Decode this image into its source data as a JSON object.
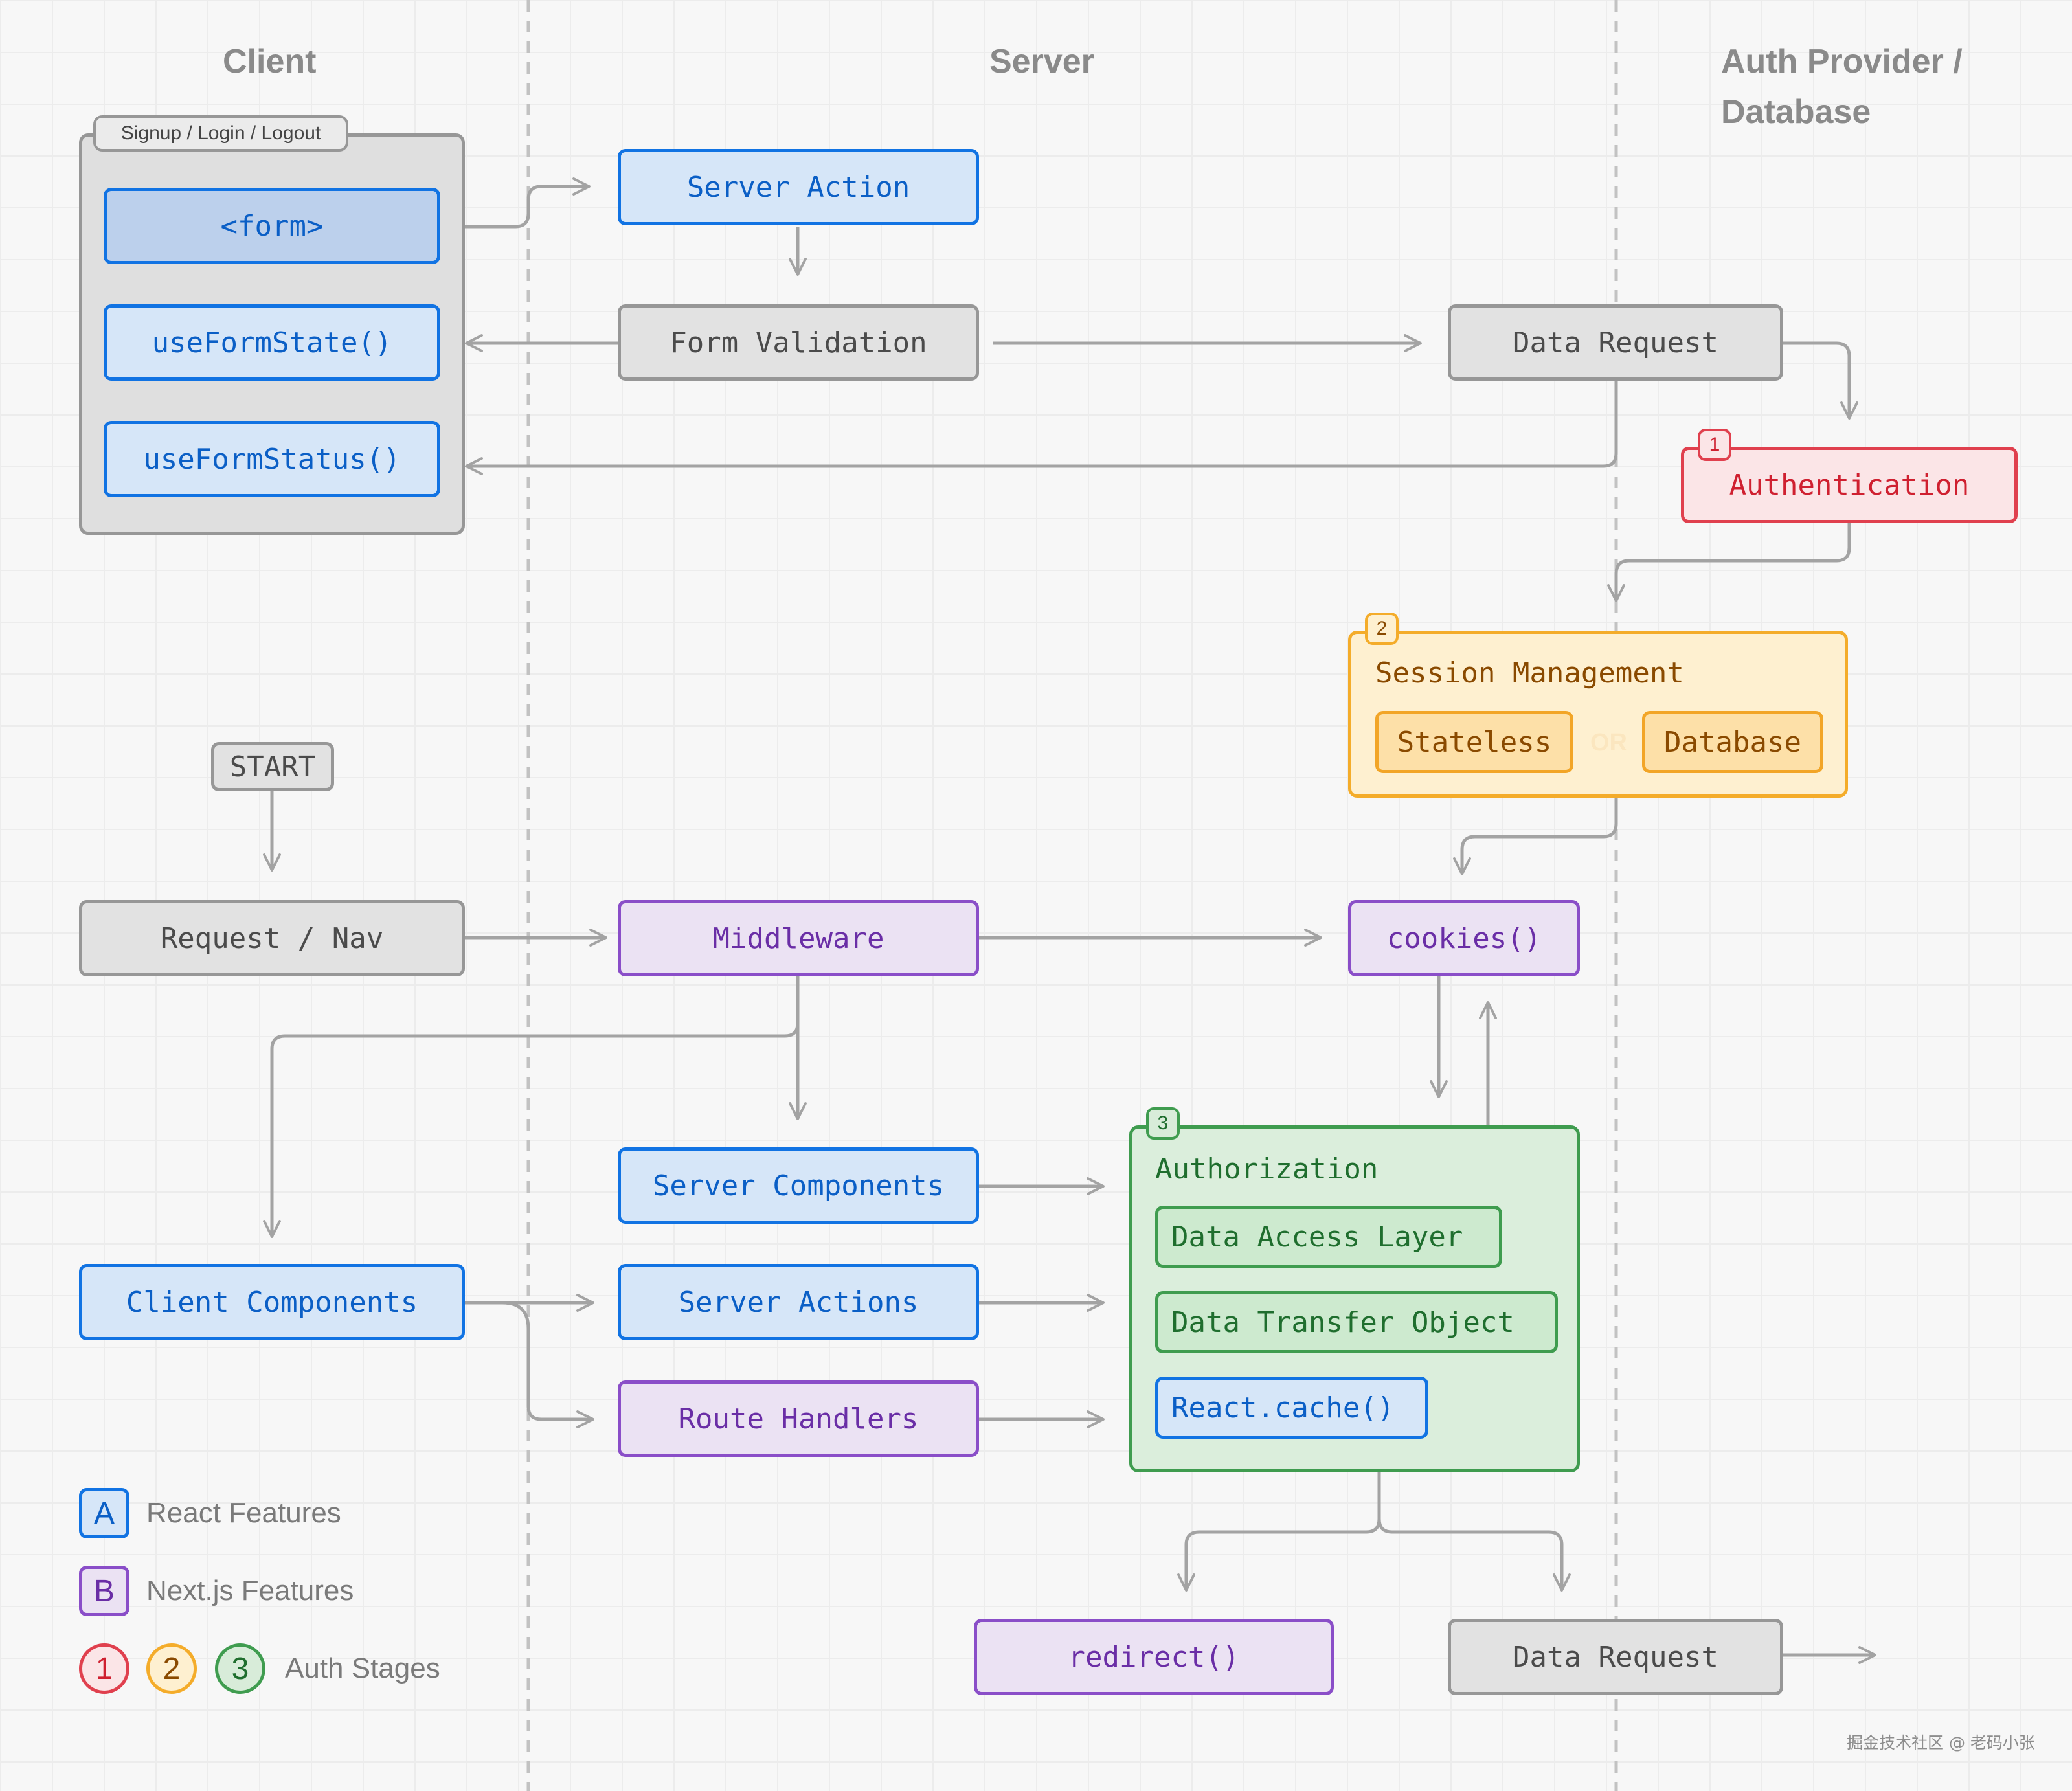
{
  "columns": {
    "client": "Client",
    "server": "Server",
    "auth_line1": "Auth Provider /",
    "auth_line2": "Database"
  },
  "auth_group": {
    "tab_label": "Signup / Login / Logout",
    "form": "<form>",
    "use_form_state": "useFormState()",
    "use_form_status": "useFormStatus()"
  },
  "top_flow": {
    "server_action": "Server Action",
    "form_validation": "Form Validation",
    "data_request": "Data Request",
    "authentication": "Authentication"
  },
  "session": {
    "title": "Session Management",
    "stateless": "Stateless",
    "separator": "OR",
    "database": "Database"
  },
  "request_flow": {
    "start": "START",
    "request_nav": "Request / Nav",
    "middleware": "Middleware",
    "cookies": "cookies()",
    "server_components": "Server Components",
    "client_components": "Client Components",
    "server_actions": "Server Actions",
    "route_handlers": "Route Handlers"
  },
  "authorization": {
    "title": "Authorization",
    "data_access_layer": "Data Access Layer",
    "data_transfer_object": "Data Transfer Object",
    "react_cache": "React.cache()"
  },
  "outputs": {
    "redirect": "redirect()",
    "data_request": "Data Request"
  },
  "badges": {
    "stage1": "1",
    "stage2": "2",
    "stage3": "3"
  },
  "legend": {
    "react_key": "A",
    "react_label": "React Features",
    "next_key": "B",
    "next_label": "Next.js Features",
    "stage1": "1",
    "stage2": "2",
    "stage3": "3",
    "stages_label": "Auth Stages"
  },
  "watermark": "掘金技术社区 @ 老码小张",
  "colors": {
    "react_blue": "#1173e3",
    "nextjs_purple": "#8a4ec8",
    "stage1_red": "#e0404e",
    "stage2_orange": "#f4ac2a",
    "stage3_green": "#3f9c4f",
    "neutral_gray": "#979797"
  }
}
